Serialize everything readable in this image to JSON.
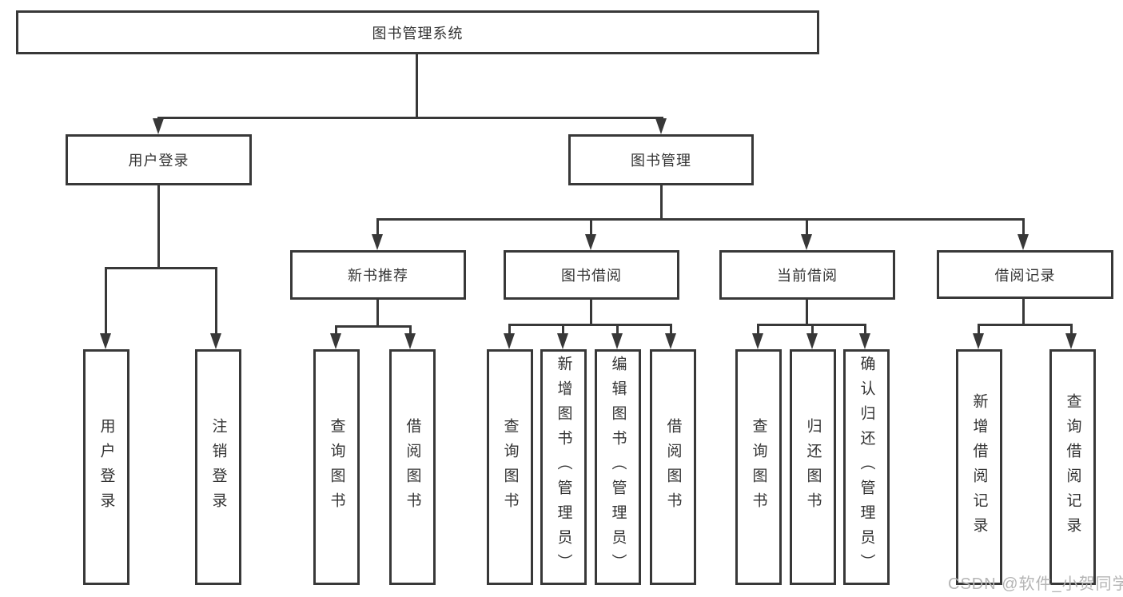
{
  "diagram": {
    "title": "图书管理系统",
    "root": {
      "label": "图书管理系统"
    },
    "level2": [
      {
        "label": "用户登录"
      },
      {
        "label": "图书管理"
      }
    ],
    "level3": [
      {
        "label": "新书推荐"
      },
      {
        "label": "图书借阅"
      },
      {
        "label": "当前借阅"
      },
      {
        "label": "借阅记录"
      }
    ],
    "leaves": {
      "user_login": [
        "用户登录",
        "注销登录"
      ],
      "new_books": [
        "查询图书",
        "借阅图书"
      ],
      "book_borrow": [
        "查询图书",
        "新增图书（管理员）",
        "编辑图书（管理员）",
        "借阅图书"
      ],
      "current_borrow": [
        "查询图书",
        "归还图书",
        "确认归还（管理员）"
      ],
      "borrow_records": [
        "新增借阅记录",
        "查询借阅记录"
      ]
    }
  },
  "watermark": {
    "text": "CSDN @软件_小贺同学"
  },
  "colors": {
    "line": "#383838",
    "text": "#333333",
    "watermark": "#b5b5b5",
    "background": "#ffffff"
  }
}
